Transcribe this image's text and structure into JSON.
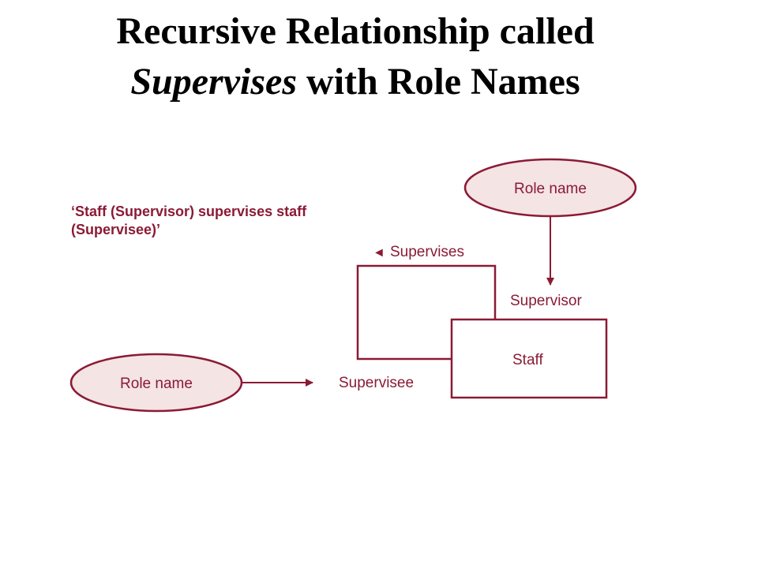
{
  "title": {
    "line1": "Recursive Relationship called",
    "line2_italic": "Supervises",
    "line2_rest": " with Role Names"
  },
  "diagram": {
    "quote_line1": "‘Staff (Supervisor) supervises staff",
    "quote_line2": "(Supervisee)’",
    "entity_label": "Staff",
    "relationship_label": "Supervises",
    "relationship_direction_glyph": "◄",
    "role_supervisor": "Supervisor",
    "role_supervisee": "Supervisee",
    "role_name_top": "Role name",
    "role_name_left": "Role name",
    "colors": {
      "accent": "#8b1a35",
      "ellipse_fill": "#f4e4e4"
    }
  }
}
